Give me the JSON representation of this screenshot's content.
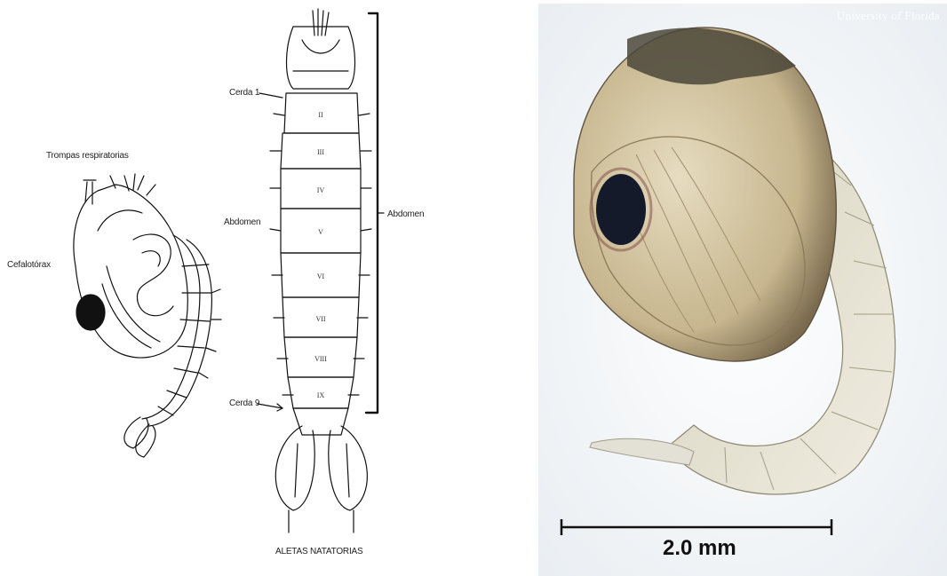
{
  "left_figure": {
    "labels": {
      "trompas": "Trompas respiratorias",
      "cefalotorax": "Cefalotórax",
      "cerda1": "Cerda 1",
      "abdomen_left": "Abdomen",
      "abdomen_right": "Abdomen",
      "cerda9": "Cerda 9",
      "aletas": "ALETAS NATATORIAS"
    },
    "segments": [
      "II",
      "III",
      "IV",
      "V",
      "VI",
      "VII",
      "VIII",
      "IX"
    ]
  },
  "right_photo": {
    "watermark": "University of Florida",
    "scale_bar_label": "2.0 mm"
  }
}
